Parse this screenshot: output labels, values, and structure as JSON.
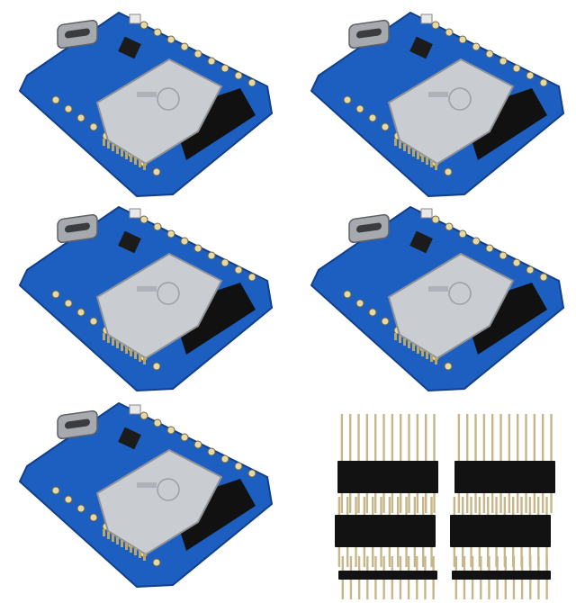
{
  "product": {
    "boards": [
      {
        "id": "board-1"
      },
      {
        "id": "board-2"
      },
      {
        "id": "board-3"
      },
      {
        "id": "board-4"
      },
      {
        "id": "board-5"
      }
    ],
    "headers": [
      {
        "id": "header-long-1",
        "style": "long"
      },
      {
        "id": "header-long-2",
        "style": "long"
      },
      {
        "id": "header-mid-1",
        "style": "mid"
      },
      {
        "id": "header-mid-2",
        "style": "mid"
      },
      {
        "id": "header-short-1",
        "style": "short"
      },
      {
        "id": "header-short-2",
        "style": "short"
      }
    ],
    "colors": {
      "pcb": "#1d5fc0",
      "pcb_edge": "#123f8a",
      "module": "#c9ccd1",
      "antenna": "#111111",
      "usb": "#a6a9ae",
      "pin": "#c7b68a",
      "plastic": "#121212"
    }
  }
}
